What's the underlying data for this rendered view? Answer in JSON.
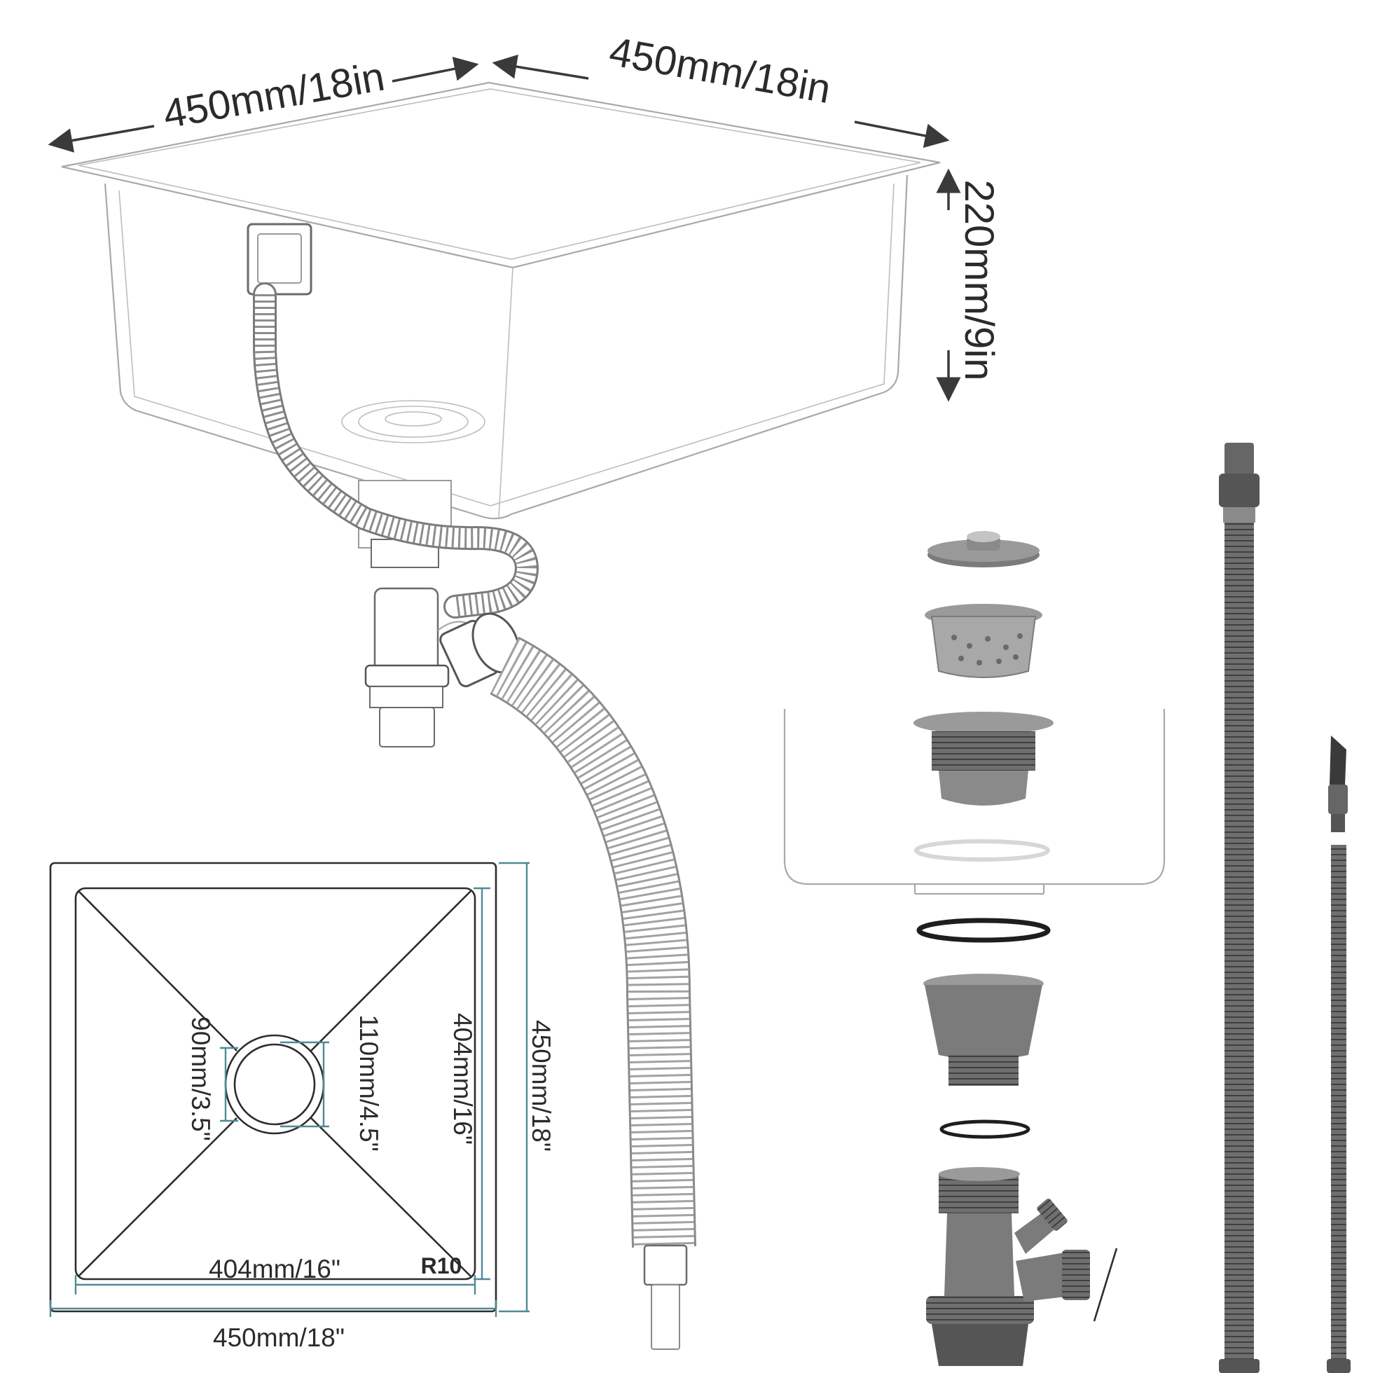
{
  "dimensions": {
    "top_width_left": "450mm/18in",
    "top_width_right": "450mm/18in",
    "depth": "220mm/9in",
    "plan_outer_width": "450mm/18\"",
    "plan_outer_height": "450mm/18\"",
    "plan_inner_width": "404mm/16\"",
    "plan_inner_height": "404mm/16\"",
    "drain_inner": "90mm/3.5\"",
    "drain_outer": "110mm/4.5\"",
    "corner_radius": "R10"
  },
  "colors": {
    "outline": "#a9a9a9",
    "plan_lines": "#2d2d2d",
    "dimension_lines": "#4f8a96",
    "parts": "#7b7b7b"
  },
  "icons": [
    "sink-isometric",
    "overflow-hose",
    "drain-trap",
    "corrugated-drain-pipe",
    "strainer-basket",
    "flange",
    "gasket",
    "bottle-trap",
    "water-hose",
    "sprayer-hose"
  ]
}
